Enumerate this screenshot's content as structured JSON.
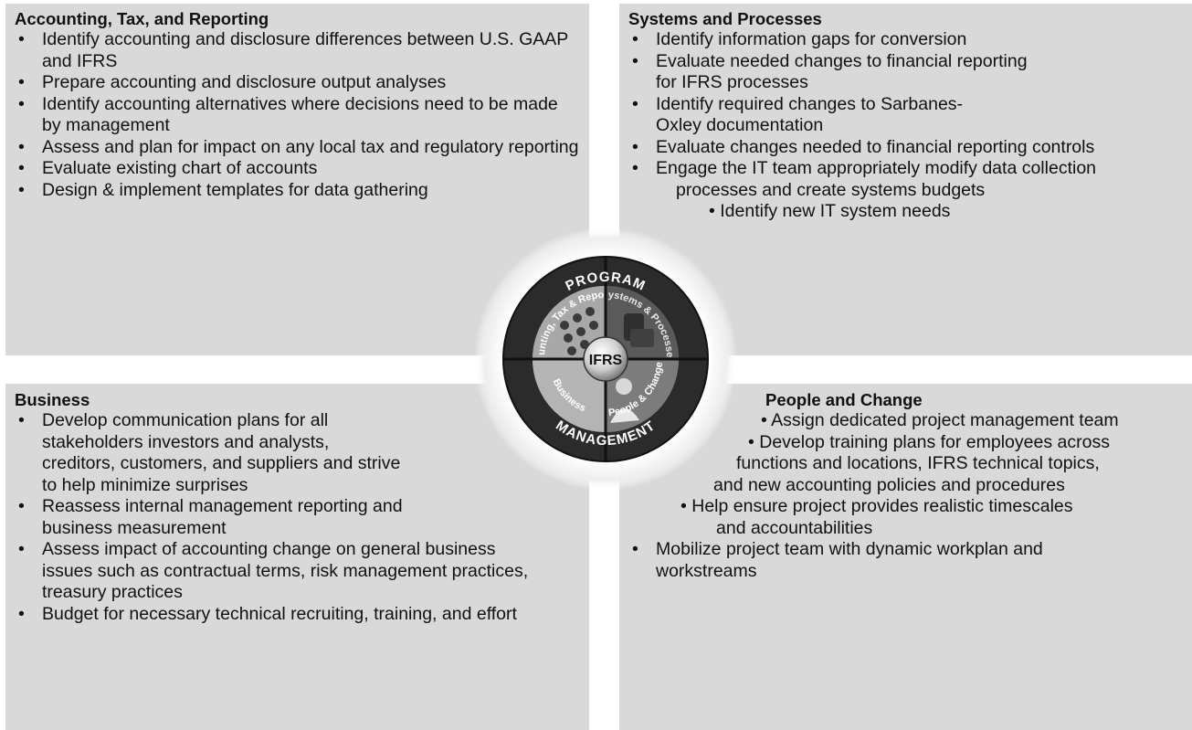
{
  "accounting": {
    "title": "Accounting, Tax, and Reporting",
    "items": [
      "Identify accounting and disclosure differences between U.S. GAAP and IFRS",
      "Prepare accounting and disclosure output analyses",
      "Identify accounting alternatives where decisions need to be made by management",
      "Assess and plan for impact on any local tax and regulatory reporting",
      "Evaluate existing chart of accounts",
      "Design & implement templates for data gathering"
    ]
  },
  "systems": {
    "title": "Systems and Processes",
    "items": [
      "Identify information  gaps  for conversion",
      "Evaluate needed changes to financial reporting for IFRS processes",
      "Identify required changes to Sarbanes-Oxley documentation",
      "Evaluate changes needed to financial reporting controls",
      "Engage the IT team appropriately modify data collection",
      "processes and create systems budgets",
      "• Identify new IT system needs"
    ]
  },
  "business": {
    "title": "Business",
    "items": [
      "Develop communication plans for all",
      "stakeholders investors and analysts,",
      "creditors, customers, and suppliers and strive",
      "to help minimize surprises",
      "Reassess internal management reporting and business measurement",
      "Assess impact of accounting change on general business issues such as contractual terms, risk management practices, treasury practices",
      "Budget for necessary technical recruiting, training, and effort"
    ]
  },
  "people": {
    "title": "People and Change",
    "items": [
      "• Assign dedicated project management team",
      "• Develop training plans for employees across",
      "functions and locations, IFRS technical topics,",
      "and new accounting policies and procedures",
      "•    Help ensure project provides realistic timescales",
      "and accountabilities",
      "Mobilize project team with dynamic workplan and workstreams"
    ]
  },
  "wheel": {
    "top_label": "PROGRAM",
    "bottom_label": "MANAGEMENT",
    "center_label": "IFRS",
    "q1_label": "Accounting, Tax & Reporting",
    "q2_label": "Systems & Processes",
    "q3_label": "Business",
    "q4_label": "People & Change"
  }
}
